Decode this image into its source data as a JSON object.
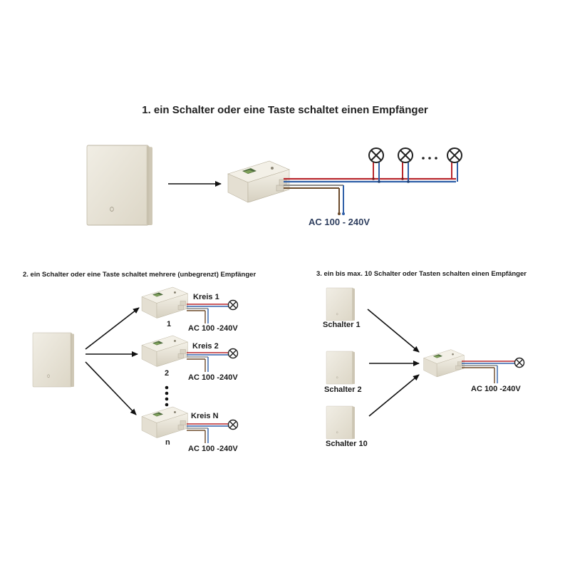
{
  "sections": {
    "one": {
      "title": "1. ein Schalter oder eine Taste schaltet einen Empfänger",
      "voltage_label": "AC 100 - 240V"
    },
    "two": {
      "title": "2. ein Schalter oder eine Taste schaltet mehrere (unbegrenzt) Empfänger",
      "receivers": [
        {
          "circuit": "Kreis 1",
          "number": "1",
          "voltage": "AC 100 -240V"
        },
        {
          "circuit": "Kreis 2",
          "number": "2",
          "voltage": "AC 100 -240V"
        },
        {
          "circuit": "Kreis N",
          "number": "n",
          "voltage": "AC 100 -240V"
        }
      ]
    },
    "three": {
      "title": "3. ein bis max. 10 Schalter oder Tasten schalten einen Empfänger",
      "switches": [
        "Schalter 1",
        "Schalter 2",
        "Schalter 10"
      ],
      "voltage_label": "AC 100 -240V"
    }
  },
  "colors": {
    "switch_face": "#e8e3d6",
    "receiver_body": "#ece8dc",
    "wire_live": "#b8262c",
    "wire_neutral": "#2f5fa8",
    "wire_earth": "#6b4a2a",
    "wire_grey": "#8a8a8a",
    "arrow": "#111111"
  },
  "icons": [
    "wall-switch-icon",
    "relay-receiver-icon",
    "lamp-icon",
    "ellipsis-dots-icon"
  ]
}
